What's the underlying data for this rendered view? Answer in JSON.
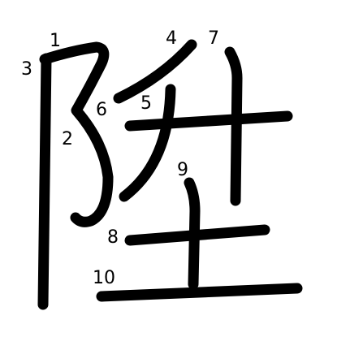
{
  "diagram": {
    "character": "陞",
    "stroke_color": "#000000",
    "label_color": "#000000",
    "stroke_labels": [
      "1",
      "2",
      "3",
      "4",
      "5",
      "6",
      "7",
      "8",
      "9",
      "10"
    ]
  }
}
